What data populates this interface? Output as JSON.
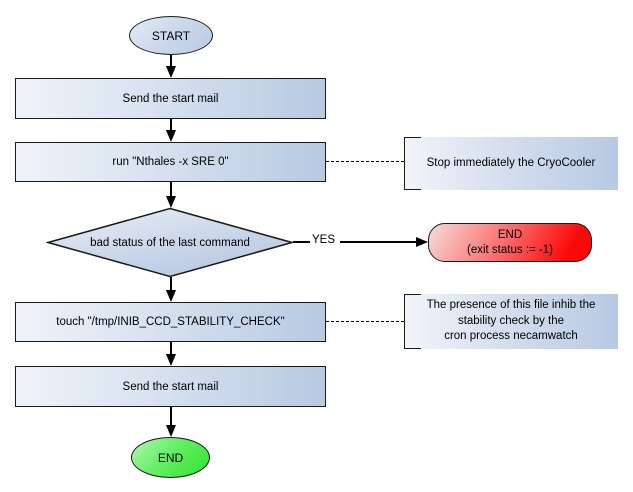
{
  "diagram": {
    "type": "flowchart",
    "start_node": {
      "label": "START"
    },
    "process_nodes": [
      {
        "label": "Send the start mail"
      },
      {
        "label": "run \"Nthales -x SRE 0\""
      },
      {
        "label": "touch \"/tmp/INIB_CCD_STABILITY_CHECK\""
      },
      {
        "label": "Send the start mail"
      }
    ],
    "decision_node": {
      "label": "bad status of the last command",
      "branch_label": "YES"
    },
    "error_end_node": {
      "title": "END",
      "subtitle": "(exit status := -1)"
    },
    "end_node": {
      "label": "END"
    },
    "annotations": [
      {
        "lines": [
          "Stop immediately the CryoCooler"
        ]
      },
      {
        "lines": [
          "The presence of this file inhib the",
          "stability check by the",
          "cron process necamwatch"
        ]
      }
    ],
    "colors": {
      "node_gradient_light": "#eff3f9",
      "node_gradient_blue": "#b7c9e2",
      "error_gradient_light": "#f5dcdc",
      "error_red": "#fb0909",
      "end_green_light": "#b2f8b2",
      "end_green": "#2ee42e",
      "outline": "#1a1a1a",
      "connector": "#000000",
      "text": "#000000"
    }
  }
}
